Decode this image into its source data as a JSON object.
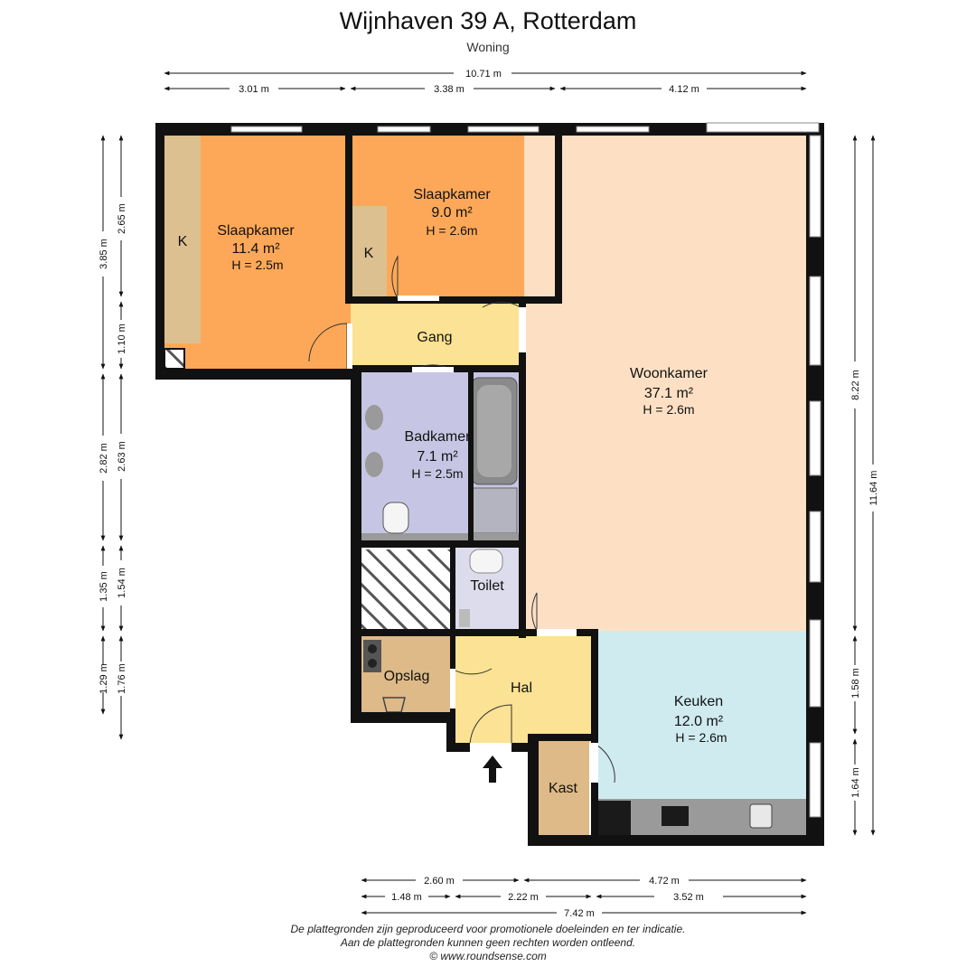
{
  "header": {
    "title": "Wijnhaven 39 A, Rotterdam",
    "subtitle": "Woning"
  },
  "rooms": {
    "slaapkamer1": {
      "name": "Slaapkamer",
      "area": "11.4 m²",
      "height": "H = 2.5m",
      "color": "#fda858"
    },
    "slaapkamer2": {
      "name": "Slaapkamer",
      "area": "9.0 m²",
      "height": "H = 2.6m",
      "color": "#fda858"
    },
    "gang": {
      "name": "Gang",
      "color": "#fbe294"
    },
    "woonkamer": {
      "name": "Woonkamer",
      "area": "37.1 m²",
      "height": "H = 2.6m",
      "color": "#fde0c4"
    },
    "badkamer": {
      "name": "Badkamer",
      "area": "7.1 m²",
      "height": "H = 2.5m",
      "color": "#c6c6e4"
    },
    "toilet": {
      "name": "Toilet",
      "color": "#dcdcec"
    },
    "opslag": {
      "name": "Opslag",
      "color": "#deba88"
    },
    "hal": {
      "name": "Hal",
      "color": "#fbe294"
    },
    "keuken": {
      "name": "Keuken",
      "area": "12.0 m²",
      "height": "H = 2.6m",
      "color": "#cfebf0"
    },
    "kast": {
      "name": "Kast",
      "color": "#deba88"
    },
    "kast_label": "K"
  },
  "dimensions": {
    "top_total": "10.71 m",
    "top_a": "3.01 m",
    "top_b": "3.38 m",
    "top_c": "4.12 m",
    "left_outer_1": "3.85 m",
    "left_outer_2": "2.82 m",
    "left_outer_3": "1.35 m",
    "left_outer_4": "1.29 m",
    "left_inner_1": "2.65 m",
    "left_inner_2": "1.10 m",
    "left_inner_3": "2.63 m",
    "left_inner_4": "1.54 m",
    "left_inner_5": "1.76 m",
    "right_inner_1": "8.22 m",
    "right_inner_2": "1.58 m",
    "right_inner_3": "1.64 m",
    "right_outer": "11.64 m",
    "bottom_1a": "2.60 m",
    "bottom_1b": "4.72 m",
    "bottom_2a": "1.48 m",
    "bottom_2b": "2.22 m",
    "bottom_2c": "3.52 m",
    "bottom_total": "7.42 m"
  },
  "footer": {
    "line1": "De plattegronden zijn geproduceerd voor promotionele doeleinden en ter indicatie.",
    "line2": "Aan de plattegronden kunnen geen rechten worden ontleend.",
    "line3": "© www.roundsense.com"
  },
  "colors": {
    "wall": "#111111",
    "closet": "#dcc090",
    "floor_grey": "#9a9a9a"
  }
}
